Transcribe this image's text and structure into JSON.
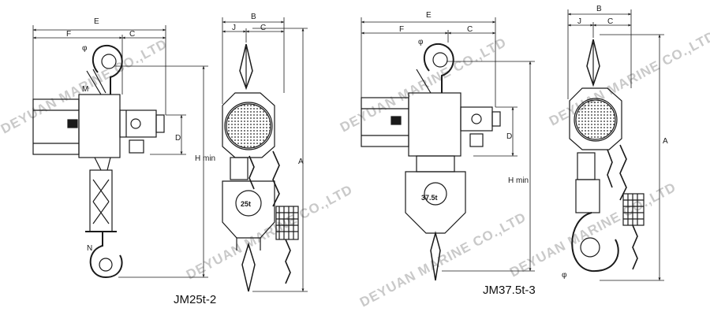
{
  "labels": {
    "E": "E",
    "F": "F",
    "C": "C",
    "B": "B",
    "J": "J",
    "D": "D",
    "A": "A",
    "H_min": "H min",
    "phi": "φ",
    "M": "M",
    "N": "N"
  },
  "drawings": [
    {
      "model": "JM25t-2",
      "capacity": "25t"
    },
    {
      "model": "JM37.5t-3",
      "capacity": "37.5t"
    }
  ],
  "watermark": "DEYUAN MARINE CO.,LTD",
  "colors": {
    "line": "#1a1a1a",
    "watermark": "#c8c8c8"
  }
}
